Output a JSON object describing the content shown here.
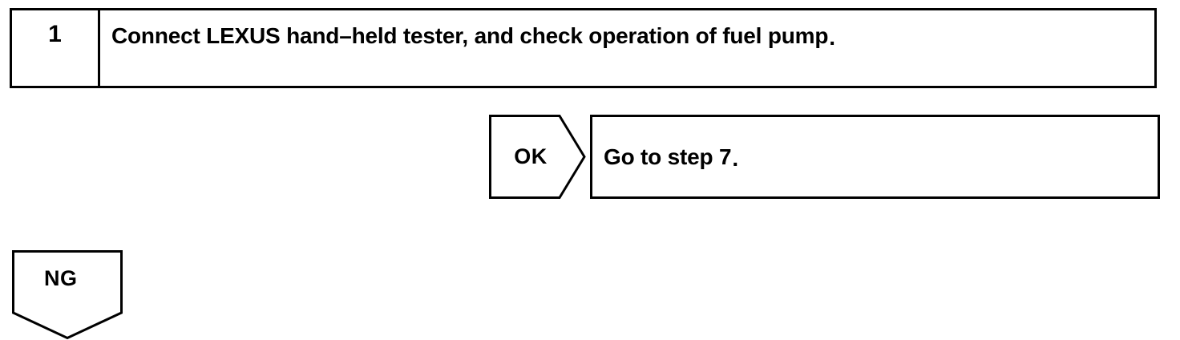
{
  "document": {
    "type": "diagnostic-flowchart",
    "ink_color": "#000000",
    "background_color": "#ffffff"
  },
  "step": {
    "number": "1",
    "instruction": "Connect LEXUS hand–held tester, and check operation of fuel pump",
    "instruction_period": "."
  },
  "branches": {
    "ok": {
      "tag_label": "OK",
      "tag_shape": "pentagon-arrow-right",
      "result_text": "Go to step 7",
      "result_period": "."
    },
    "ng": {
      "tag_label": "NG",
      "tag_shape": "pentagon-arrow-down"
    }
  }
}
